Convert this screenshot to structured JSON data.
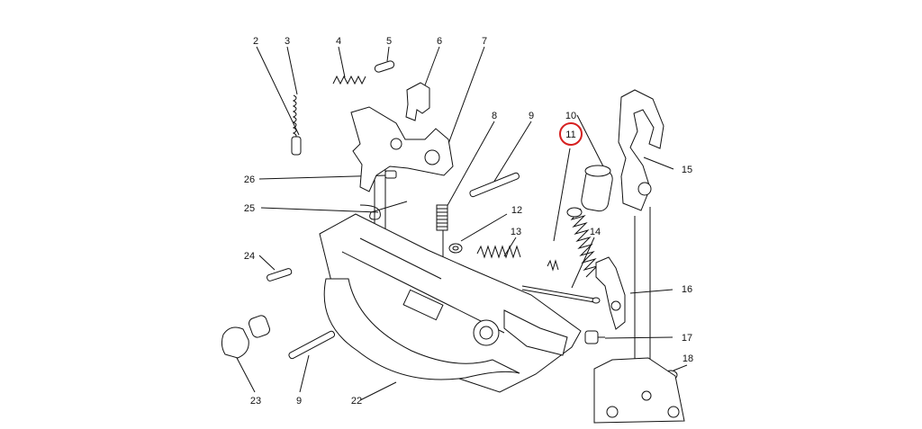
{
  "diagram": {
    "highlight_color": "#d62020",
    "highlighted_part": "11",
    "labels": {
      "l2": "2",
      "l3": "3",
      "l4": "4",
      "l5": "5",
      "l6": "6",
      "l7": "7",
      "l8": "8",
      "l9a": "9",
      "l10": "10",
      "l11": "11",
      "l12": "12",
      "l13": "13",
      "l14": "14",
      "l15": "15",
      "l16": "16",
      "l17": "17",
      "l18": "18",
      "l22": "22",
      "l23": "23",
      "l24": "24",
      "l25": "25",
      "l26": "26",
      "l9b": "9"
    }
  }
}
